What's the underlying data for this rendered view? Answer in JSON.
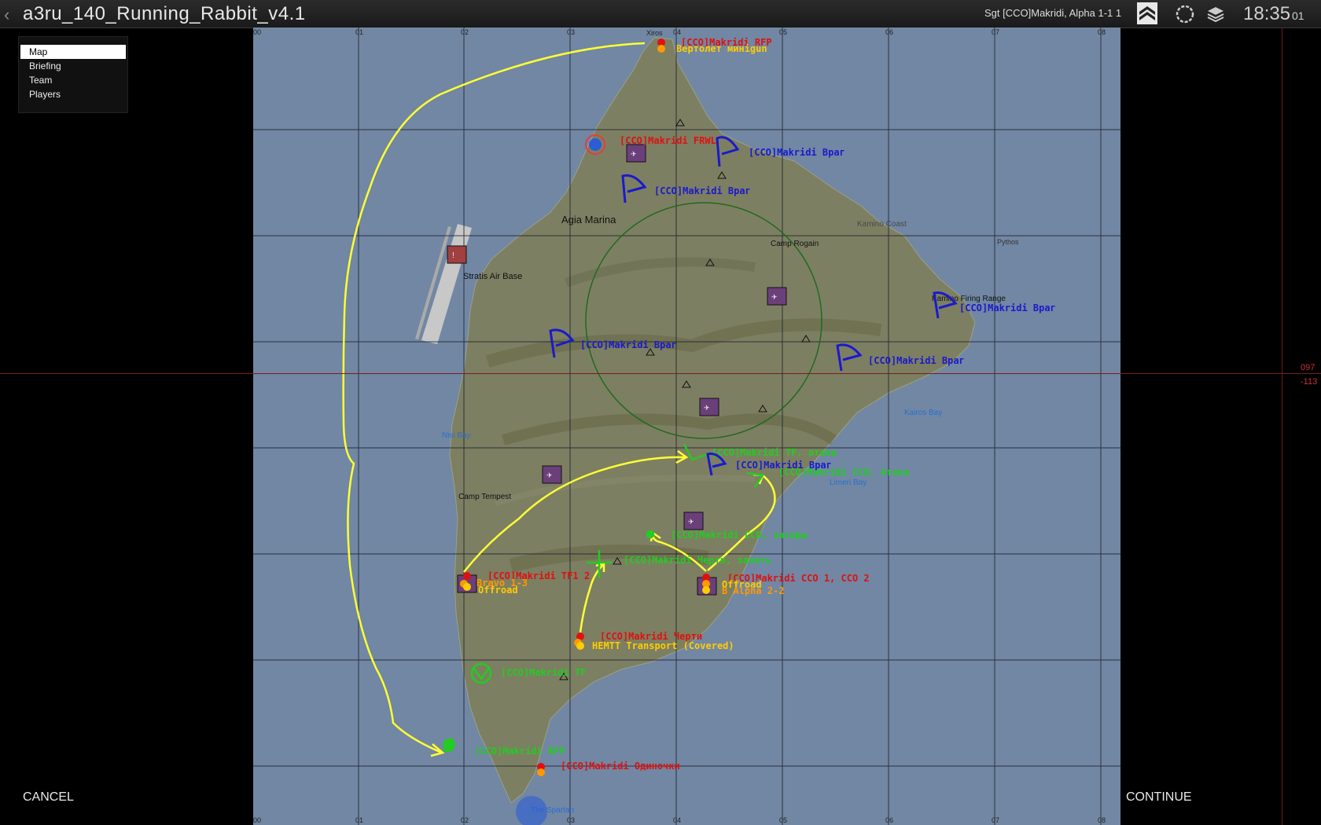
{
  "window": {
    "title": "a3ru_140_Running_Rabbit_v4.1"
  },
  "status": {
    "player": "Sgt [CCO]Makridi, Alpha 1-1 1",
    "time": "18:35",
    "seconds": "01"
  },
  "menu": {
    "items": [
      {
        "label": "Map"
      },
      {
        "label": "Briefing"
      },
      {
        "label": "Team"
      },
      {
        "label": "Players"
      }
    ]
  },
  "map": {
    "grid_top": [
      "00",
      "01",
      "02",
      "03",
      "04",
      "05",
      "06",
      "07",
      "08"
    ],
    "grid_bottom": [
      "00",
      "01",
      "02",
      "03",
      "04",
      "05",
      "06",
      "07",
      "08"
    ],
    "places": {
      "agia_marina": "Agia Marina",
      "air_base": "Stratis Air Base",
      "camp_rogain": "Camp Rogain",
      "camp_tempest": "Camp Tempest",
      "firing_range": "Kamino Firing Range",
      "kamino_coast": "Kamino Coast",
      "xiros": "Xiros",
      "nisi_bay": "Nisi Bay",
      "kairos_bay": "Kairos Bay",
      "limeri_bay": "Limeri Bay",
      "spartan": "The Spartan",
      "athos": "Pythos"
    },
    "markers": {
      "red_rfp": "[CCO]Makridi RFP",
      "minigun": "Вертолет минigun",
      "frwl": "[CCO]Makridi FRWL",
      "enemy1": "[CCO]Makridi Враг",
      "enemy2": "[CCO]Makridi Враг",
      "enemy3": "[CCO]Makridi Враг",
      "enemy4": "[CCO]Makridi Враг",
      "enemy5": "[CCO]Makridi Враг",
      "enemy6": "[CCO]Makridi Враг",
      "tf_attack": "[CCO]Makridi TF, атака",
      "cco_attack": "[CCO]Makridi CCO, Атака",
      "cco_ambush": "[CCO]Makridi CCO, засада",
      "devils_take": "[CCO]Makridi Черти, занять",
      "tf1": "[CCO]Makridi TF1 2",
      "offroad1": "Offroad",
      "cco12": "[CCO]Makridi CCO 1, CCO 2",
      "offroad2": "Offroad",
      "alpha22": "B Alpha 2-2",
      "devils": "[CCO]Makridi Черти",
      "transport": "HEMTT Transport (Covered)",
      "tf": "[CCO]Makridi TF",
      "green_rfp": "[CCO]Makridi RFP",
      "loners": "[CCO]Makridi Одиночки",
      "bravo": "Bravo 1-3"
    }
  },
  "coords": {
    "heading": "097",
    "bearing": "-113"
  },
  "footer": {
    "cancel": "CANCEL",
    "continue": "CONTINUE"
  },
  "colors": {
    "accent_yellow": "#ffff33",
    "friendly_green": "#22cc22",
    "enemy_blue": "#1a1acc",
    "objective_red": "#e01010",
    "sea": "#7187a3"
  }
}
